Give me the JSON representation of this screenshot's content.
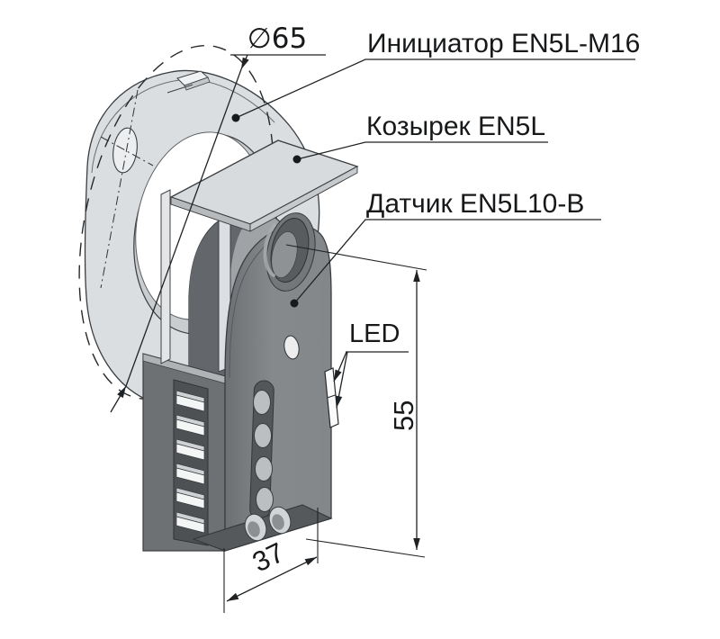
{
  "labels": {
    "initiator": "Инициатор EN5L-M16",
    "visor": "Козырек EN5L",
    "sensor": "Датчик EN5L10-B",
    "led": "LED"
  },
  "dimensions": {
    "diameter": "∅65",
    "height": "55",
    "width": "37"
  },
  "colors": {
    "outline": "#1f2224",
    "ring_fill": "#dbdee0",
    "body_front": "#85888a",
    "body_side": "#63666a",
    "visor_fill": "#d8dbdd",
    "background": "#ffffff"
  }
}
